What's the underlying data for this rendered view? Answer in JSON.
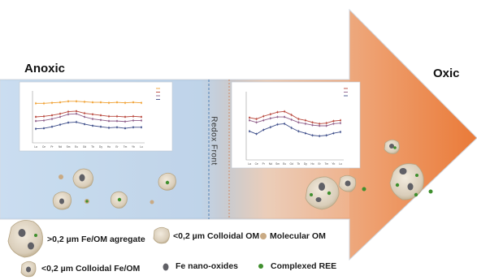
{
  "labels": {
    "anoxic": "Anoxic",
    "oxic": "Oxic",
    "redox_front": "Redox Front"
  },
  "legend": [
    {
      "text": ">0,2 µm Fe/OM agregate",
      "icon": "large-aggregate"
    },
    {
      "text": "<0,2 µm Colloidal  OM",
      "icon": "colloidal-om"
    },
    {
      "text": "Molecular OM",
      "icon": "molecular-om"
    },
    {
      "text": "<0,2 µm Colloidal Fe/OM",
      "icon": "colloidal-fe-om"
    },
    {
      "text": "Fe nano-oxides",
      "icon": "fe-nano-oxide"
    },
    {
      "text": "Complexed REE",
      "icon": "complexed-ree"
    }
  ],
  "colors": {
    "anoxic_blue": "#b9d3ea",
    "oxic_orange": "#ec7a3a",
    "particle_fill": "#d9cdb9",
    "particle_edge": "#b6a584",
    "fe_oxide": "#606066",
    "ree": "#3f8f2e",
    "series_top": "#f0a030",
    "series_2": "#b8473c",
    "series_3": "#8f5f8a",
    "series_4": "#3e4e8a"
  },
  "chart_data": [
    {
      "type": "line",
      "title": "",
      "xlabel": "",
      "ylabel": "",
      "categories": [
        "La",
        "Ce",
        "Pr",
        "Nd",
        "Sm",
        "Eu",
        "Gd",
        "Tb",
        "Dy",
        "Ho",
        "Er",
        "Tm",
        "Yb",
        "Lu"
      ],
      "ylim": [
        0,
        1
      ],
      "legend_position": "top-right",
      "series": [
        {
          "values": [
            0.76,
            0.76,
            0.77,
            0.78,
            0.8,
            0.8,
            0.79,
            0.78,
            0.78,
            0.77,
            0.78,
            0.77,
            0.78,
            0.77
          ]
        },
        {
          "values": [
            0.5,
            0.51,
            0.53,
            0.56,
            0.6,
            0.61,
            0.57,
            0.55,
            0.53,
            0.51,
            0.51,
            0.5,
            0.51,
            0.5
          ]
        },
        {
          "values": [
            0.42,
            0.43,
            0.46,
            0.5,
            0.55,
            0.56,
            0.5,
            0.46,
            0.44,
            0.42,
            0.42,
            0.41,
            0.43,
            0.43
          ]
        },
        {
          "values": [
            0.27,
            0.28,
            0.31,
            0.35,
            0.39,
            0.4,
            0.36,
            0.33,
            0.31,
            0.29,
            0.3,
            0.28,
            0.3,
            0.3
          ]
        }
      ]
    },
    {
      "type": "line",
      "title": "",
      "xlabel": "",
      "ylabel": "",
      "categories": [
        "La",
        "Ce",
        "Pr",
        "Nd",
        "Sm",
        "Eu",
        "Gd",
        "Tb",
        "Dy",
        "Ho",
        "Er",
        "Tm",
        "Yb",
        "Lu"
      ],
      "ylim": [
        0,
        1
      ],
      "legend_position": "top-right",
      "series": [
        {
          "values": [
            0.62,
            0.6,
            0.64,
            0.67,
            0.7,
            0.71,
            0.66,
            0.6,
            0.58,
            0.55,
            0.53,
            0.54,
            0.57,
            0.58
          ]
        },
        {
          "values": [
            0.58,
            0.55,
            0.58,
            0.61,
            0.63,
            0.63,
            0.59,
            0.55,
            0.53,
            0.51,
            0.5,
            0.5,
            0.53,
            0.54
          ]
        },
        {
          "values": [
            0.42,
            0.38,
            0.44,
            0.48,
            0.52,
            0.53,
            0.47,
            0.42,
            0.39,
            0.36,
            0.35,
            0.36,
            0.39,
            0.41
          ]
        }
      ]
    }
  ]
}
